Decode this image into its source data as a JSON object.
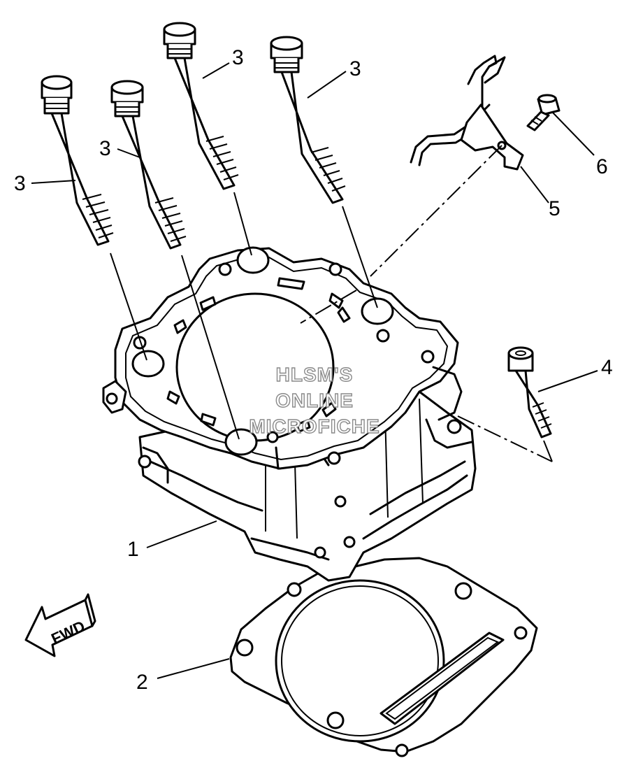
{
  "callouts": {
    "c1": "1",
    "c2": "2",
    "c3a": "3",
    "c3b": "3",
    "c3c": "3",
    "c3d": "3",
    "c4": "4",
    "c5": "5",
    "c6": "6"
  },
  "direction_label": "FWD",
  "watermark": {
    "line1": "HLSM'S",
    "line2": "ONLINE",
    "line3": "MICROFICHE"
  }
}
